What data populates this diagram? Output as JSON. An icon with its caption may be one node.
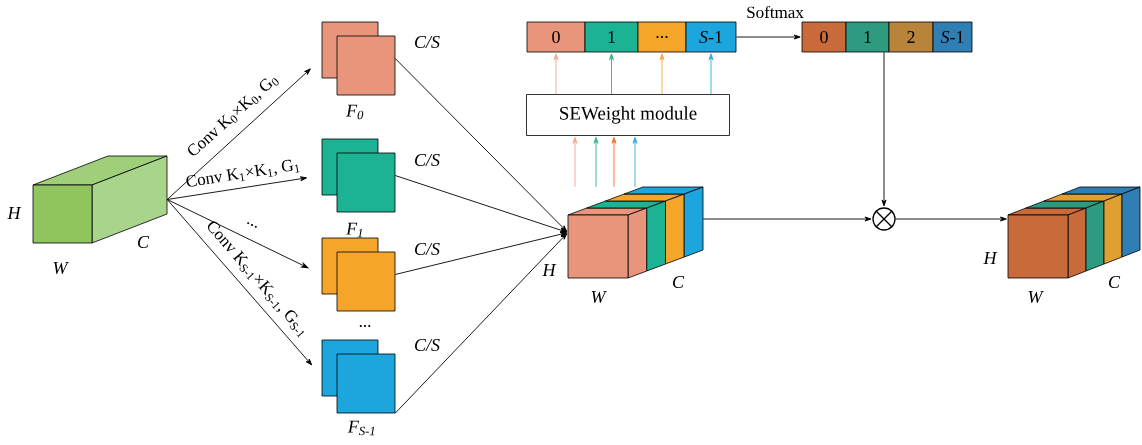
{
  "diagram": {
    "nodes": [
      {
        "text": [],
        "shape": "box",
        "beside": [
          "H",
          "W",
          "C"
        ]
      },
      {
        "text": [],
        "shape": "box",
        "beside": [
          "C/S",
          "F$_{0}$"
        ]
      },
      {
        "text": [],
        "shape": "box",
        "beside": [
          "C/S",
          "F$_{1}$"
        ]
      },
      {
        "text": [],
        "shape": "box",
        "beside": [
          "C/S"
        ]
      },
      {
        "text": [],
        "shape": "box",
        "beside": [
          "C/S",
          "F$_{S-1}$"
        ]
      },
      {
        "text": [],
        "shape": "box",
        "beside": [
          "H",
          "W",
          "C"
        ]
      },
      {
        "text": [
          "SEWeight module"
        ]
      },
      {
        "text": [
          "0"
        ]
      },
      {
        "text": [
          "1"
        ]
      },
      {
        "text": [
          "..."
        ]
      },
      {
        "text": [
          "*S*-1"
        ]
      },
      {
        "text": [
          "0"
        ]
      },
      {
        "text": [
          "1"
        ]
      },
      {
        "text": [
          "2"
        ]
      },
      {
        "text": [
          "*S*-1"
        ]
      },
      {
        "text": [],
        "shape": "circle"
      },
      {
        "text": [],
        "shape": "box",
        "beside": [
          "H",
          "W",
          "C"
        ]
      }
    ],
    "edges": [
      {
        "from": 0,
        "to": 1,
        "arrow": "to",
        "label": "Conv K$_{0}$×K$_{0}$, G$_{0}$"
      },
      {
        "from": 0,
        "to": 2,
        "arrow": "to",
        "label": "Conv K$_{1}$×K$_{1}$, G$_{1}$"
      },
      {
        "from": 0,
        "to": 3,
        "arrow": "to",
        "label": "..."
      },
      {
        "from": 0,
        "to": 4,
        "arrow": "to",
        "label": "Conv K$_{S-1}$×K$_{S-1}$, G$_{S-1}$"
      },
      {
        "from": 1,
        "to": 5,
        "arrow": "to"
      },
      {
        "from": 2,
        "to": 5,
        "arrow": "to"
      },
      {
        "from": 3,
        "to": 5,
        "arrow": "to"
      },
      {
        "from": 4,
        "to": 5,
        "arrow": "to"
      },
      {
        "from": 5,
        "to": 6,
        "arrow": "to",
        "color": "#f4a58a"
      },
      {
        "from": 5,
        "to": 6,
        "arrow": "to",
        "color": "#29b68e"
      },
      {
        "from": 5,
        "to": 6,
        "arrow": "to",
        "color": "#f26b3a"
      },
      {
        "from": 5,
        "to": 6,
        "arrow": "to",
        "color": "#2aa9e0"
      },
      {
        "from": 6,
        "to": 7,
        "arrow": "to",
        "color": "#f4a58a"
      },
      {
        "from": 6,
        "to": 8,
        "arrow": "to",
        "color": "#29b68e"
      },
      {
        "from": 6,
        "to": 9,
        "arrow": "to",
        "color": "#f5a83a"
      },
      {
        "from": 6,
        "to": 10,
        "arrow": "to",
        "color": "#2aa9e0"
      },
      {
        "from": 10,
        "to": 11,
        "arrow": "to",
        "label": "Softmax"
      },
      {
        "from": 12,
        "to": 15,
        "arrow": "to"
      },
      {
        "from": 5,
        "to": 15,
        "arrow": "to"
      },
      {
        "from": 15,
        "to": 16,
        "arrow": "to"
      }
    ],
    "labels": [
      "..."
    ]
  }
}
